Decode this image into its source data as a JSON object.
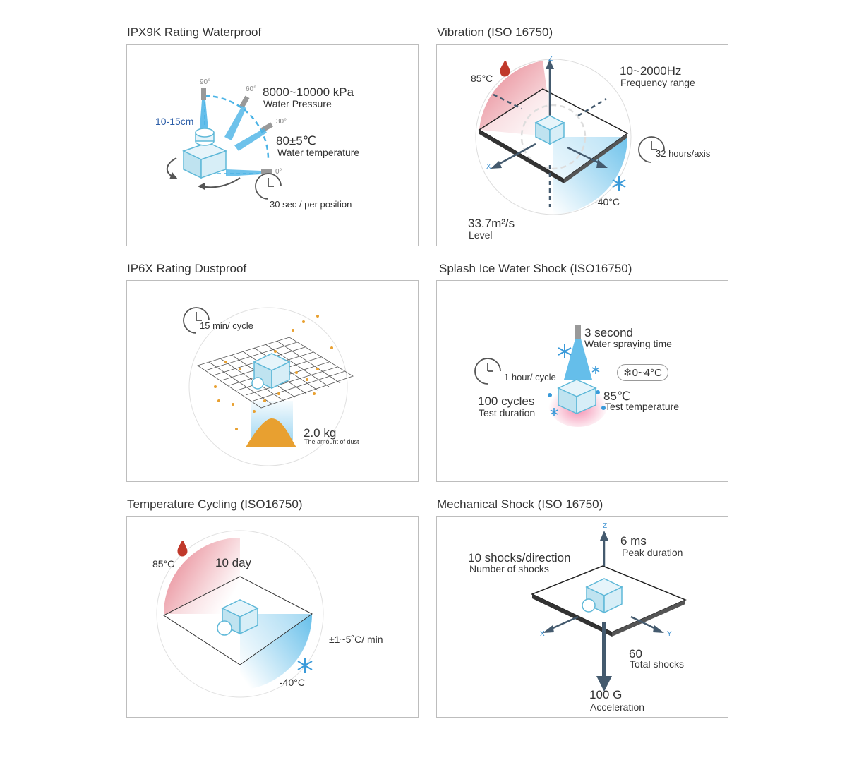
{
  "colors": {
    "cold": "#4ab3e6",
    "hot": "#e06070",
    "flame": "#c0392b",
    "dust": "#e8a030",
    "device": "#5eb8d8"
  },
  "panels": {
    "waterproof": {
      "title": "IPX9K Rating Waterproof",
      "deg90": "90°",
      "deg60": "60°",
      "deg30": "30°",
      "deg0": "0°",
      "distance": "10-15cm",
      "pressure_value": "8000~10000 kPa",
      "pressure_label": "Water Pressure",
      "temp_value": "80±5℃",
      "temp_label": "Water temperature",
      "timer": "30 sec / per position"
    },
    "vibration": {
      "title": "Vibration (ISO 16750)",
      "hot_temp": "85°C",
      "cold_temp": "-40°C",
      "freq_value": "10~2000Hz",
      "freq_label": "Frequency range",
      "timer": "32 hours/axis",
      "level_value": "33.7m²/s",
      "level_label": "Level",
      "axis_z": "Z",
      "axis_x": "X"
    },
    "dustproof": {
      "title": "IP6X Rating Dustproof",
      "timer": "15 min/ cycle",
      "amount_value": "2.0 kg",
      "amount_label": "The amount of dust"
    },
    "splash": {
      "title": "Splash Ice Water Shock (ISO16750)",
      "spray_value": "3 second",
      "spray_label": "Water spraying time",
      "timer": "1 hour/ cycle",
      "water_temp": "0~4°C",
      "cycles_value": "100 cycles",
      "cycles_label": "Test duration",
      "test_temp_value": "85℃",
      "test_temp_label": "Test temperature"
    },
    "thermal": {
      "title": "Temperature Cycling (ISO16750)",
      "hot_temp": "85°C",
      "duration": "10 day",
      "rate": "±1~5˚C/ min",
      "cold_temp": "-40°C"
    },
    "shock": {
      "title": "Mechanical Shock (ISO 16750)",
      "peak_value": "6 ms",
      "peak_label": "Peak duration",
      "count_value": "10 shocks/direction",
      "count_label": "Number of shocks",
      "total_value": "60",
      "total_label": "Total shocks",
      "accel_value": "100 G",
      "accel_label": "Acceleration",
      "axis_z": "Z",
      "axis_x": "X",
      "axis_y": "Y"
    }
  }
}
